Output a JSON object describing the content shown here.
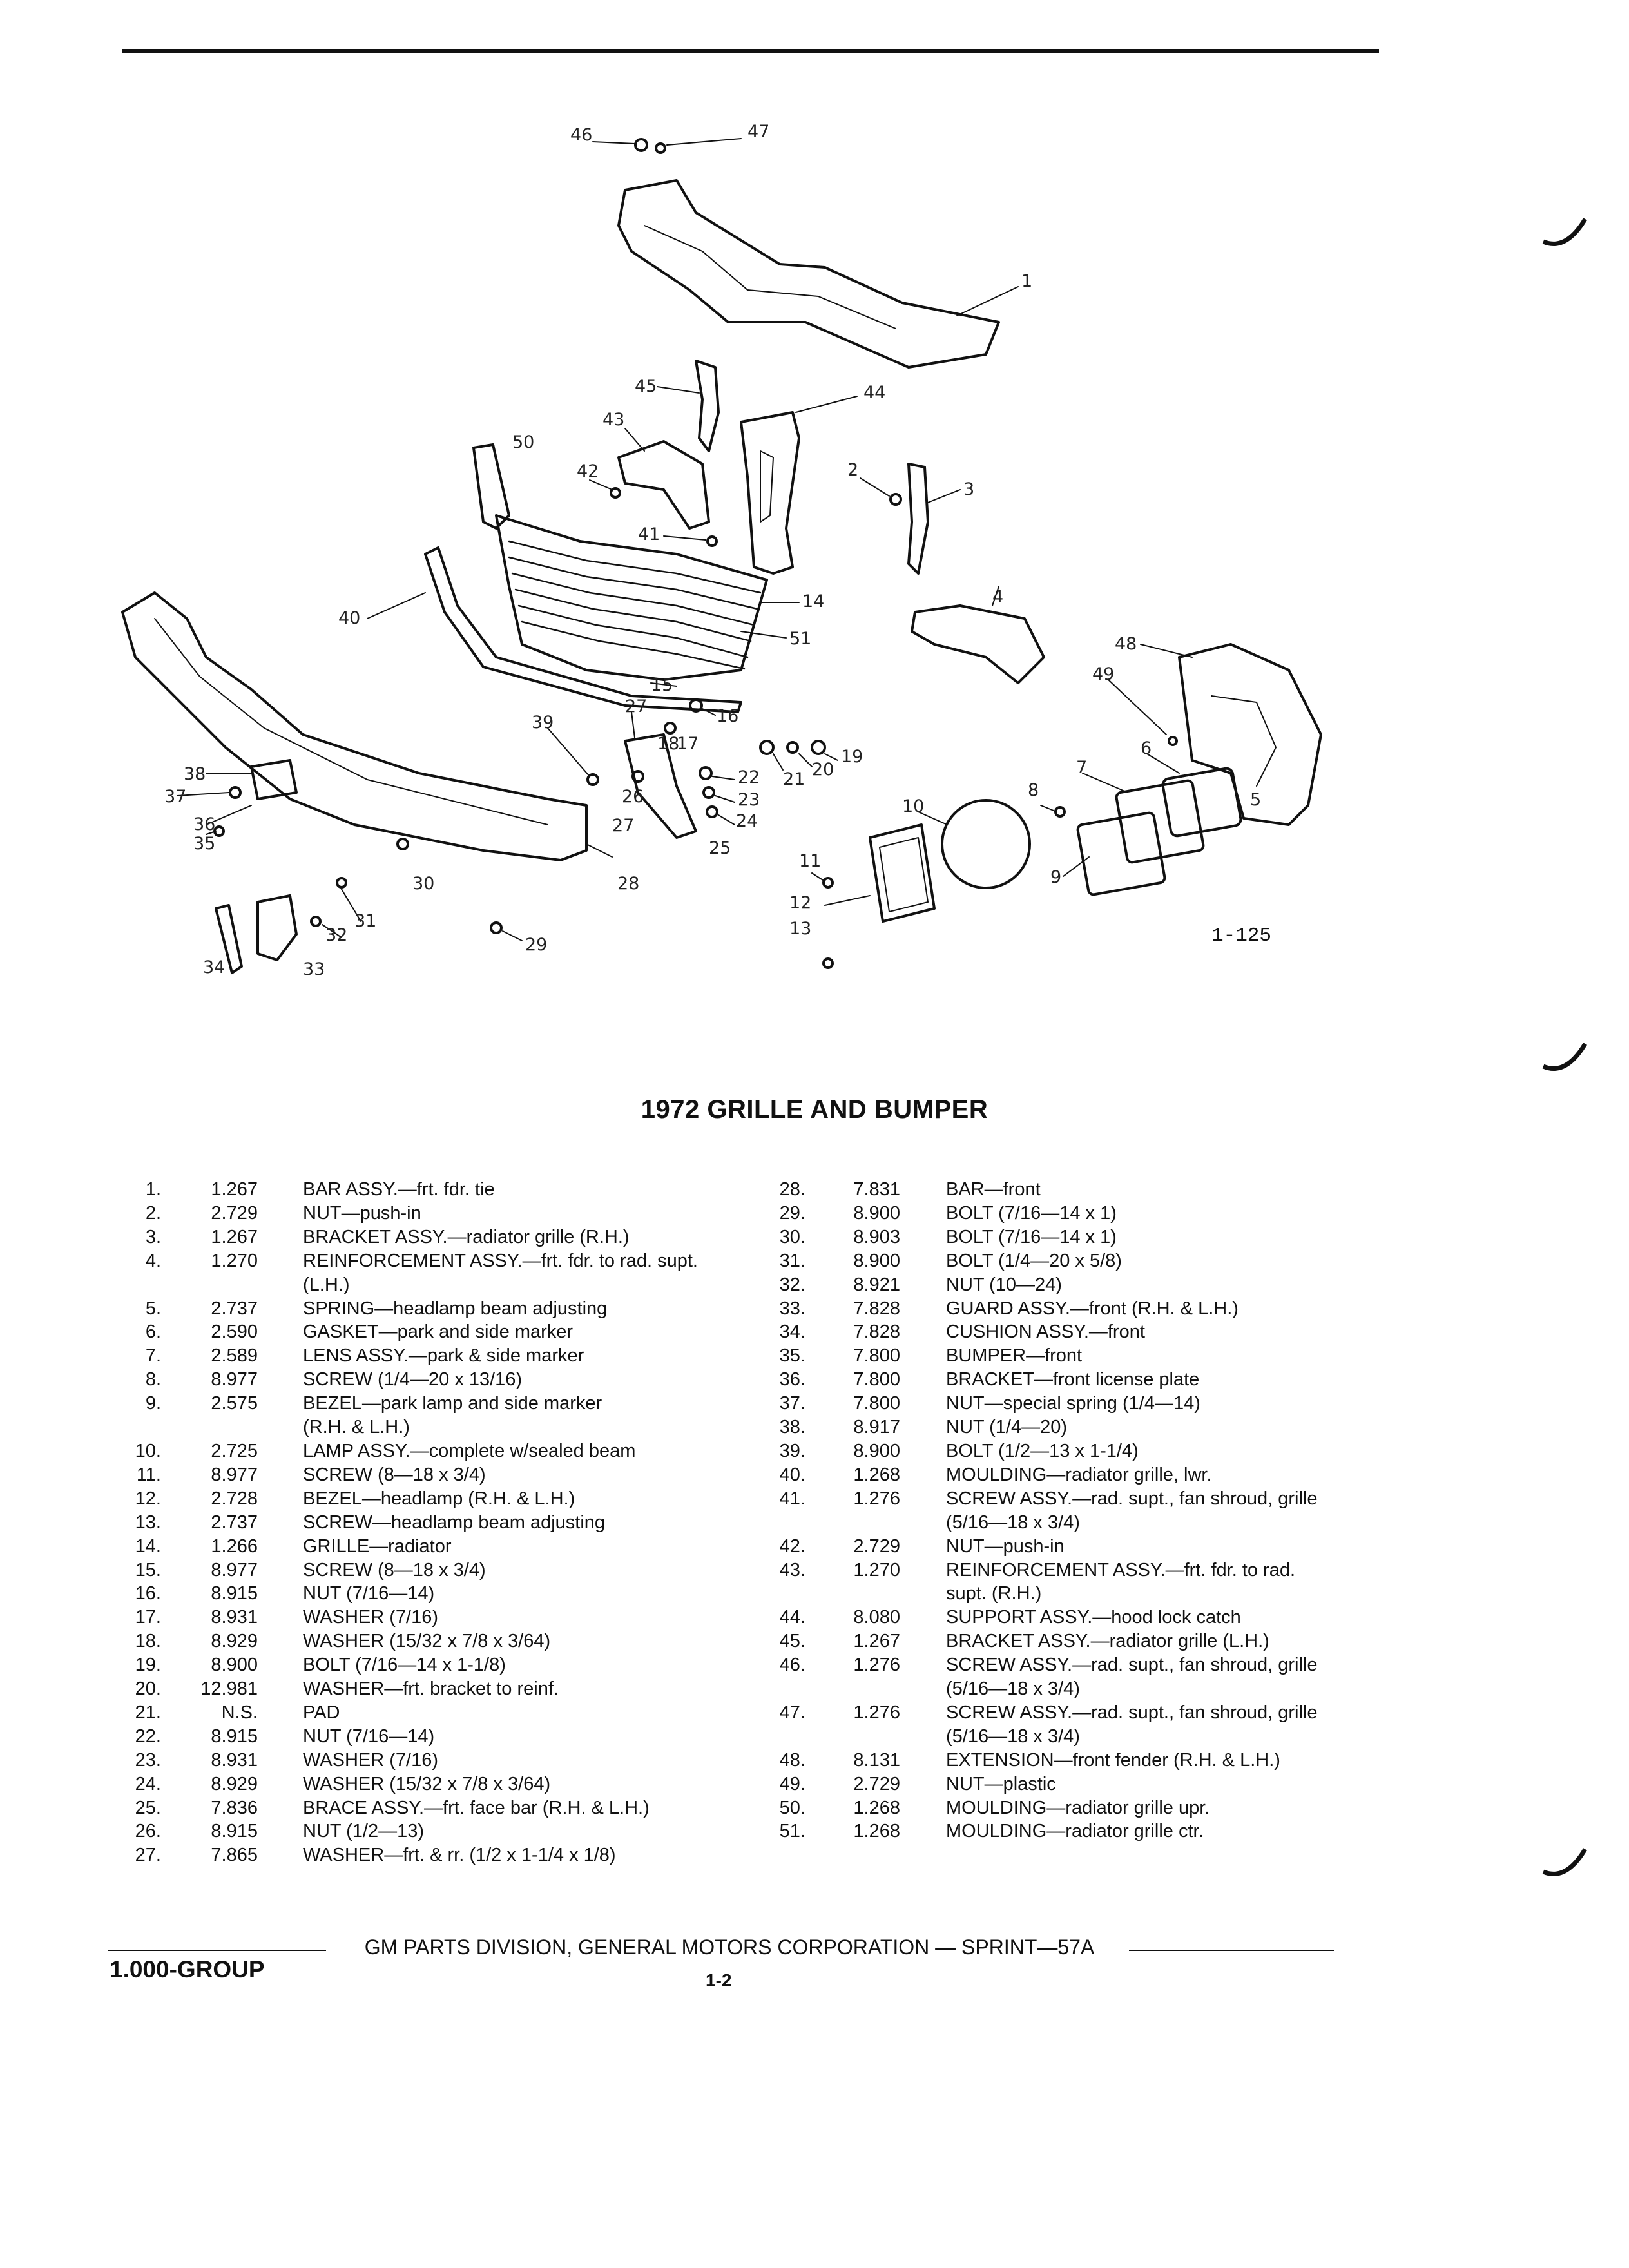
{
  "page": {
    "title": "1972 GRILLE AND BUMPER",
    "figure_id": "1-125",
    "footer": "GM PARTS DIVISION, GENERAL MOTORS CORPORATION — SPRINT—57A",
    "group": "1.000-GROUP",
    "page_number": "1-2"
  },
  "callouts": [
    "46",
    "47",
    "1",
    "45",
    "44",
    "43",
    "50",
    "42",
    "2",
    "3",
    "41",
    "40",
    "14",
    "51",
    "4",
    "48",
    "49",
    "15",
    "39",
    "27",
    "16",
    "18",
    "17",
    "19",
    "22",
    "21",
    "20",
    "6",
    "7",
    "38",
    "26",
    "23",
    "5",
    "37",
    "24",
    "8",
    "36",
    "27",
    "10",
    "35",
    "25",
    "11",
    "31",
    "30",
    "28",
    "12",
    "9",
    "32",
    "13",
    "29",
    "34",
    "33"
  ],
  "parts_left": [
    {
      "num": "1.",
      "code": "1.267",
      "desc": "BAR ASSY.—frt. fdr. tie"
    },
    {
      "num": "2.",
      "code": "2.729",
      "desc": "NUT—push-in"
    },
    {
      "num": "3.",
      "code": "1.267",
      "desc": "BRACKET ASSY.—radiator grille (R.H.)"
    },
    {
      "num": "4.",
      "code": "1.270",
      "desc": "REINFORCEMENT ASSY.—frt. fdr. to rad. supt."
    },
    {
      "num": "",
      "code": "",
      "desc": "(L.H.)"
    },
    {
      "num": "5.",
      "code": "2.737",
      "desc": "SPRING—headlamp beam adjusting"
    },
    {
      "num": "6.",
      "code": "2.590",
      "desc": "GASKET—park and side marker"
    },
    {
      "num": "7.",
      "code": "2.589",
      "desc": "LENS ASSY.—park & side marker"
    },
    {
      "num": "8.",
      "code": "8.977",
      "desc": "SCREW (1/4—20 x 13/16)"
    },
    {
      "num": "9.",
      "code": "2.575",
      "desc": "BEZEL—park lamp and side marker"
    },
    {
      "num": "",
      "code": "",
      "desc": "(R.H. & L.H.)"
    },
    {
      "num": "10.",
      "code": "2.725",
      "desc": "LAMP ASSY.—complete w/sealed beam"
    },
    {
      "num": "11.",
      "code": "8.977",
      "desc": "SCREW (8—18 x 3/4)"
    },
    {
      "num": "12.",
      "code": "2.728",
      "desc": "BEZEL—headlamp (R.H. & L.H.)"
    },
    {
      "num": "13.",
      "code": "2.737",
      "desc": "SCREW—headlamp beam adjusting"
    },
    {
      "num": "14.",
      "code": "1.266",
      "desc": "GRILLE—radiator"
    },
    {
      "num": "15.",
      "code": "8.977",
      "desc": "SCREW (8—18 x 3/4)"
    },
    {
      "num": "16.",
      "code": "8.915",
      "desc": "NUT (7/16—14)"
    },
    {
      "num": "17.",
      "code": "8.931",
      "desc": "WASHER (7/16)"
    },
    {
      "num": "18.",
      "code": "8.929",
      "desc": "WASHER (15/32 x 7/8 x 3/64)"
    },
    {
      "num": "19.",
      "code": "8.900",
      "desc": "BOLT (7/16—14 x 1-1/8)"
    },
    {
      "num": "20.",
      "code": "12.981",
      "desc": "WASHER—frt. bracket to reinf."
    },
    {
      "num": "21.",
      "code": "N.S.",
      "desc": "PAD"
    },
    {
      "num": "22.",
      "code": "8.915",
      "desc": "NUT (7/16—14)"
    },
    {
      "num": "23.",
      "code": "8.931",
      "desc": "WASHER (7/16)"
    },
    {
      "num": "24.",
      "code": "8.929",
      "desc": "WASHER (15/32 x 7/8 x 3/64)"
    },
    {
      "num": "25.",
      "code": "7.836",
      "desc": "BRACE ASSY.—frt. face bar (R.H. & L.H.)"
    },
    {
      "num": "26.",
      "code": "8.915",
      "desc": "NUT (1/2—13)"
    },
    {
      "num": "27.",
      "code": "7.865",
      "desc": "WASHER—frt. & rr. (1/2 x 1-1/4 x 1/8)"
    }
  ],
  "parts_right": [
    {
      "num": "28.",
      "code": "7.831",
      "desc": "BAR—front"
    },
    {
      "num": "29.",
      "code": "8.900",
      "desc": "BOLT (7/16—14 x 1)"
    },
    {
      "num": "30.",
      "code": "8.903",
      "desc": "BOLT (7/16—14 x 1)"
    },
    {
      "num": "31.",
      "code": "8.900",
      "desc": "BOLT (1/4—20 x 5/8)"
    },
    {
      "num": "32.",
      "code": "8.921",
      "desc": "NUT (10—24)"
    },
    {
      "num": "33.",
      "code": "7.828",
      "desc": "GUARD ASSY.—front (R.H. & L.H.)"
    },
    {
      "num": "34.",
      "code": "7.828",
      "desc": "CUSHION ASSY.—front"
    },
    {
      "num": "35.",
      "code": "7.800",
      "desc": "BUMPER—front"
    },
    {
      "num": "36.",
      "code": "7.800",
      "desc": "BRACKET—front license plate"
    },
    {
      "num": "37.",
      "code": "7.800",
      "desc": "NUT—special spring (1/4—14)"
    },
    {
      "num": "38.",
      "code": "8.917",
      "desc": "NUT (1/4—20)"
    },
    {
      "num": "39.",
      "code": "8.900",
      "desc": "BOLT (1/2—13 x 1-1/4)"
    },
    {
      "num": "40.",
      "code": "1.268",
      "desc": "MOULDING—radiator grille, lwr."
    },
    {
      "num": "41.",
      "code": "1.276",
      "desc": "SCREW ASSY.—rad. supt., fan shroud, grille"
    },
    {
      "num": "",
      "code": "",
      "desc": "(5/16—18 x 3/4)"
    },
    {
      "num": "42.",
      "code": "2.729",
      "desc": "NUT—push-in"
    },
    {
      "num": "43.",
      "code": "1.270",
      "desc": "REINFORCEMENT ASSY.—frt. fdr. to rad."
    },
    {
      "num": "",
      "code": "",
      "desc": "supt. (R.H.)"
    },
    {
      "num": "44.",
      "code": "8.080",
      "desc": "SUPPORT ASSY.—hood lock catch"
    },
    {
      "num": "45.",
      "code": "1.267",
      "desc": "BRACKET ASSY.—radiator grille (L.H.)"
    },
    {
      "num": "46.",
      "code": "1.276",
      "desc": "SCREW ASSY.—rad. supt., fan shroud, grille"
    },
    {
      "num": "",
      "code": "",
      "desc": "(5/16—18 x 3/4)"
    },
    {
      "num": "47.",
      "code": "1.276",
      "desc": "SCREW ASSY.—rad. supt., fan shroud, grille"
    },
    {
      "num": "",
      "code": "",
      "desc": "(5/16—18 x 3/4)"
    },
    {
      "num": "48.",
      "code": "8.131",
      "desc": "EXTENSION—front fender (R.H. & L.H.)"
    },
    {
      "num": "49.",
      "code": "2.729",
      "desc": "NUT—plastic"
    },
    {
      "num": "50.",
      "code": "1.268",
      "desc": "MOULDING—radiator grille upr."
    },
    {
      "num": "51.",
      "code": "1.268",
      "desc": "MOULDING—radiator grille ctr."
    }
  ]
}
